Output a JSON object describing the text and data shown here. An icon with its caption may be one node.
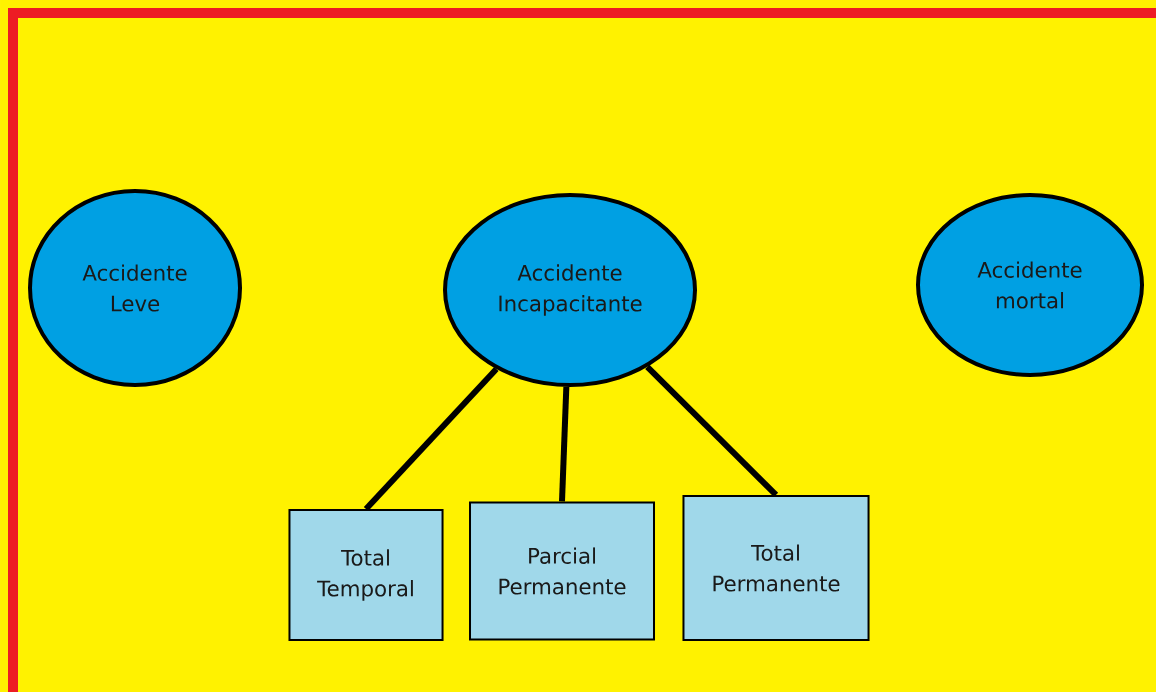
{
  "diagram": {
    "nodes": [
      {
        "text": [
          "Accidente Leve"
        ]
      },
      {
        "text": [
          "Accidente Incapacitante"
        ]
      },
      {
        "text": [
          "Accidente mortal"
        ]
      },
      {
        "text": [
          "Total Temporal"
        ]
      },
      {
        "text": [
          "Parcial Permanente"
        ]
      },
      {
        "text": [
          "Total Permanente"
        ]
      }
    ],
    "edges": [
      {
        "from": 1,
        "to": 3,
        "arrow": "none"
      },
      {
        "from": 1,
        "to": 4,
        "arrow": "none"
      },
      {
        "from": 1,
        "to": 5,
        "arrow": "none"
      }
    ]
  }
}
